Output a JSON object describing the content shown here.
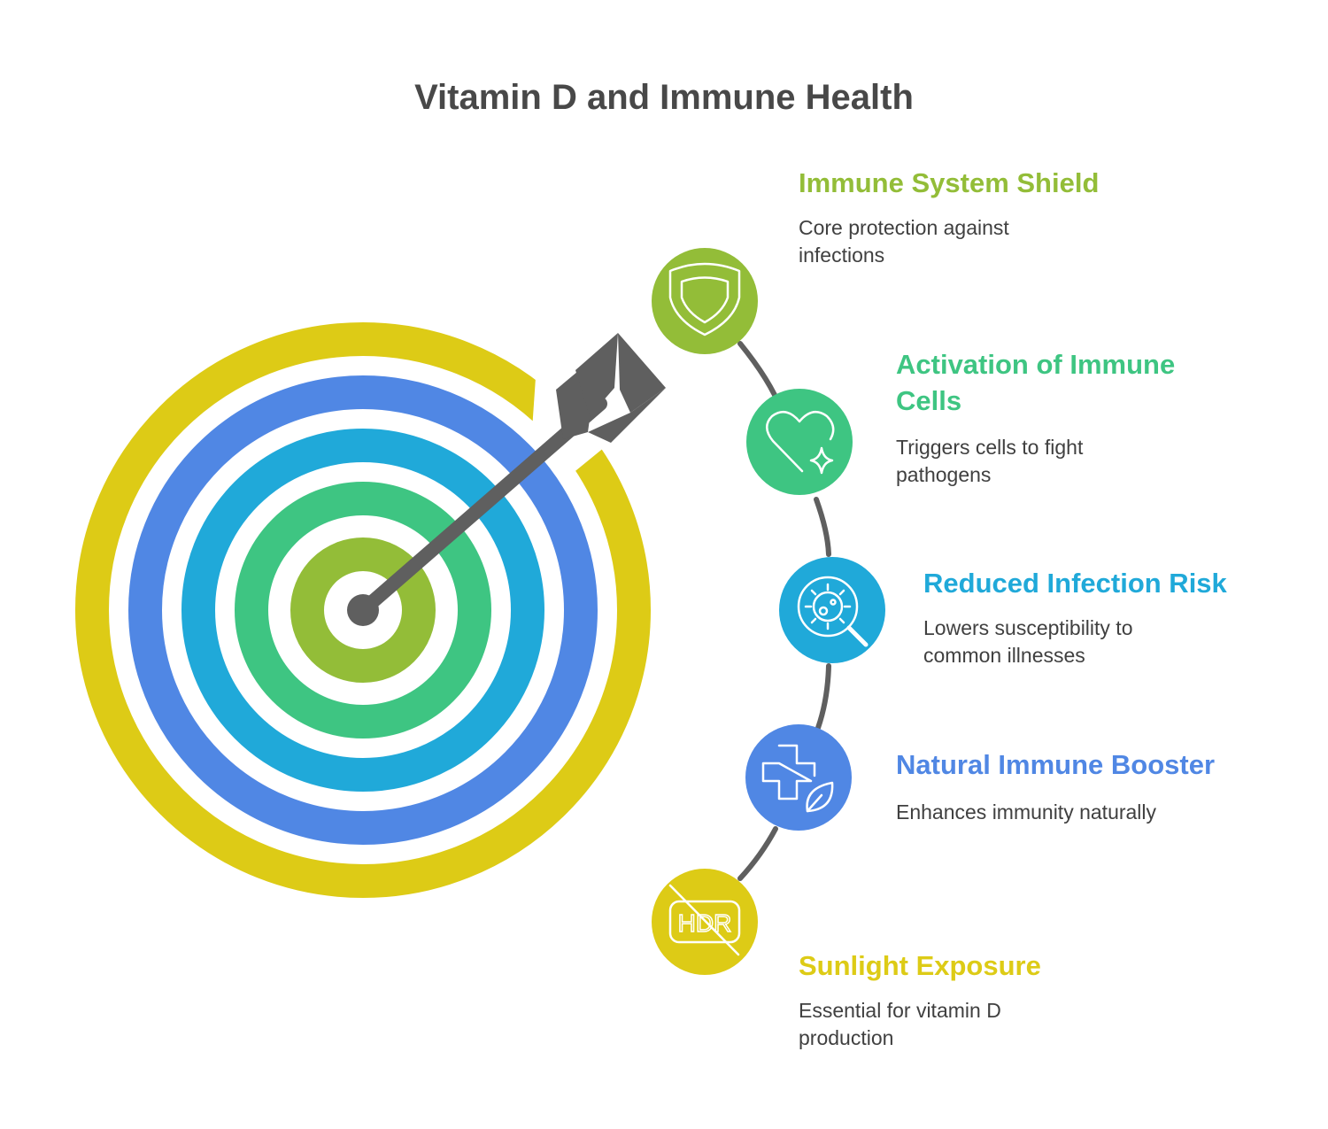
{
  "title": "Vitamin D and Immune Health",
  "colors": {
    "title": "#484848",
    "connector": "#5f5f5f",
    "arrow": "#5f5f5f",
    "ring_yellow": "#ddcb16",
    "ring_blue": "#5087e4",
    "ring_cyan": "#20a9d9",
    "ring_green": "#3ec582",
    "ring_lime": "#93bd38"
  },
  "items": [
    {
      "title": "Immune System Shield",
      "description": "Core protection against infections",
      "color": "#93bd38",
      "icon": "shield-icon"
    },
    {
      "title": "Activation of Immune Cells",
      "description": "Triggers cells to fight pathogens",
      "color": "#3ec582",
      "icon": "heart-sparkle-icon"
    },
    {
      "title": "Reduced Infection Risk",
      "description": "Lowers susceptibility to common illnesses",
      "color": "#20a9d9",
      "icon": "virus-magnifier-icon"
    },
    {
      "title": "Natural Immune Booster",
      "description": "Enhances immunity naturally",
      "color": "#5087e4",
      "icon": "medical-cross-leaf-icon"
    },
    {
      "title": "Sunlight Exposure",
      "description": "Essential for vitamin D production",
      "color": "#ddcb16",
      "icon": "hdr-off-icon",
      "icon_text": "HDR"
    }
  ]
}
